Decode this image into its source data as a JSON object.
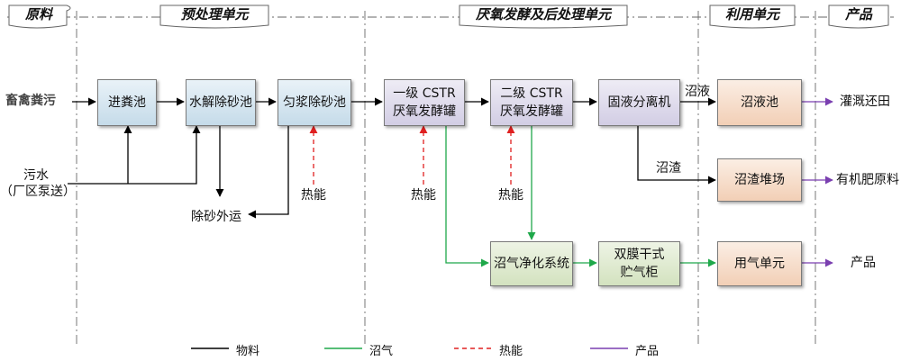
{
  "units": {
    "raw": "原料",
    "pretreatment": "预处理单元",
    "anaerobic": "厌氧发酵及后处理单元",
    "utilization": "利用单元",
    "product": "产品"
  },
  "inputs": {
    "manure": "畜禽粪污",
    "sewage": "污水\n（厂区泵送）"
  },
  "boxes": {
    "inlet_pool": "进粪池",
    "hydrolysis": "水解除砂池",
    "homogenize": "匀浆除砂池",
    "cstr1": "一级 CSTR\n厌氧发酵罐",
    "cstr2": "二级 CSTR\n厌氧发酵罐",
    "separator": "固液分离机",
    "biogas_purify": "沼气净化系统",
    "gas_holder": "双膜干式\n贮气柜",
    "slurry_pool": "沼液池",
    "residue_yard": "沼渣堆场",
    "gas_unit": "用气单元"
  },
  "labels": {
    "sand_out": "除砂外运",
    "heat_1": "热能",
    "heat_2": "热能",
    "heat_3": "热能",
    "slurry": "沼液",
    "residue": "沼渣"
  },
  "outputs": {
    "irrigation": "灌溉还田",
    "fertilizer": "有机肥原料",
    "product": "产品"
  },
  "legend": {
    "material": "物料",
    "biogas": "沼气",
    "heat": "热能",
    "product": "产品"
  },
  "colors": {
    "material": "#000000",
    "biogas": "#1fa84a",
    "heat": "#e02020",
    "product": "#7a3fb0"
  }
}
